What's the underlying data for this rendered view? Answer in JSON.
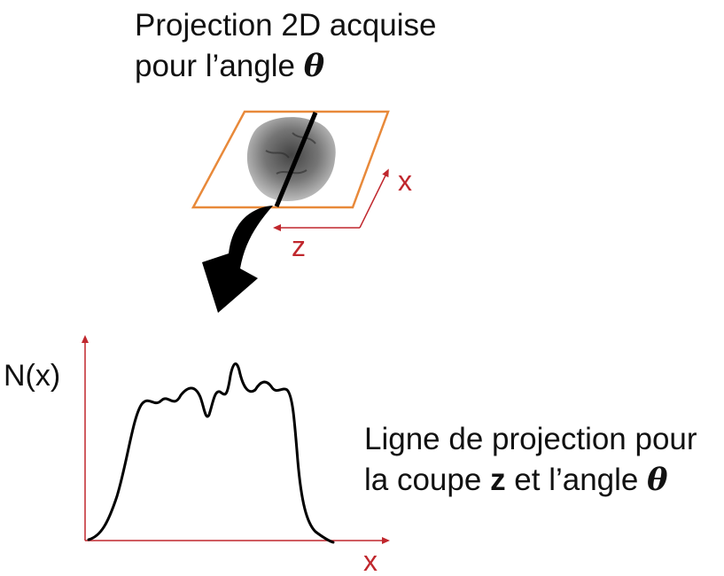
{
  "top_caption": {
    "line1": "Projection 2D acquise",
    "line2_prefix": "pour l’angle ",
    "theta": "θ"
  },
  "plane_axes": {
    "x_label": "x",
    "z_label": "z"
  },
  "profile_plot": {
    "y_label": "N(x)",
    "x_label": "x"
  },
  "bottom_caption": {
    "line1": "Ligne de projection pour",
    "line2_prefix": "la coupe ",
    "z": "z",
    "line2_mid": " et l’angle ",
    "theta": "θ"
  },
  "colors": {
    "plane_border": "#e8893a",
    "axis": "#c0272d",
    "text": "#111111",
    "curve": "#000000",
    "object": "#6e6e6e"
  }
}
